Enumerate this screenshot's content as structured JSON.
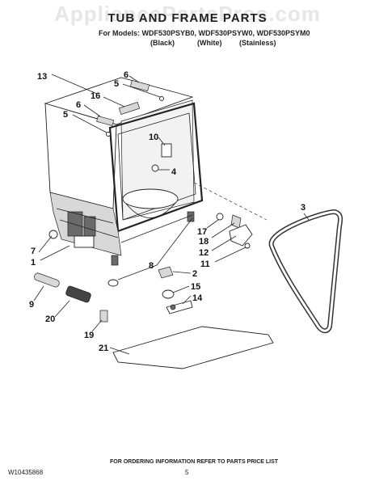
{
  "header": {
    "watermark": "AppliancePartsPros.com",
    "title": "TUB AND FRAME PARTS",
    "models_line": "For Models: WDF530PSYB0, WDF530PSYW0, WDF530PSYM0",
    "variants": [
      "(Black)",
      "(White)",
      "(Stainless)"
    ]
  },
  "callouts": [
    "13",
    "6",
    "5",
    "16",
    "6",
    "5",
    "10",
    "4",
    "3",
    "17",
    "18",
    "12",
    "11",
    "7",
    "1",
    "8",
    "2",
    "15",
    "14",
    "9",
    "20",
    "19",
    "21"
  ],
  "footer": {
    "doc_number": "W10435868",
    "page_number": "5",
    "ordering_note": "FOR ORDERING INFORMATION REFER TO PARTS PRICE LIST"
  },
  "colors": {
    "ink": "#222222",
    "watermark": "#e6e6e6",
    "shade": "#d8d8d8"
  }
}
